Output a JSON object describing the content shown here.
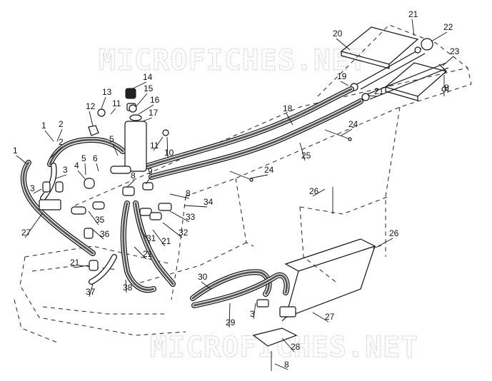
{
  "watermark_top": "MICROFICHES.NET",
  "watermark_bottom": "MICROFICHES.NET",
  "callout_labels": [
    "1",
    "2",
    "1",
    "2",
    "3",
    "3",
    "4",
    "5",
    "6",
    "5",
    "12",
    "13",
    "11",
    "14",
    "15",
    "16",
    "17",
    "11",
    "10",
    "8",
    "9",
    "8",
    "34",
    "33",
    "35",
    "36",
    "31",
    "32",
    "21",
    "21",
    "21",
    "37",
    "38",
    "27",
    "18",
    "25",
    "24",
    "24",
    "20",
    "21",
    "22",
    "23",
    "19",
    "21",
    "8",
    "26",
    "26",
    "30",
    "29",
    "3",
    "27",
    "28",
    "8"
  ]
}
